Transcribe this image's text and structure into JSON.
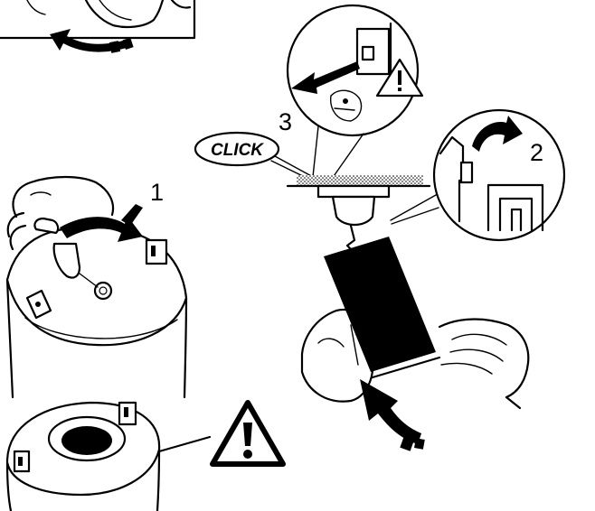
{
  "labels": {
    "step1": "1",
    "step2": "2",
    "step3": "3",
    "click": "CLICK"
  }
}
